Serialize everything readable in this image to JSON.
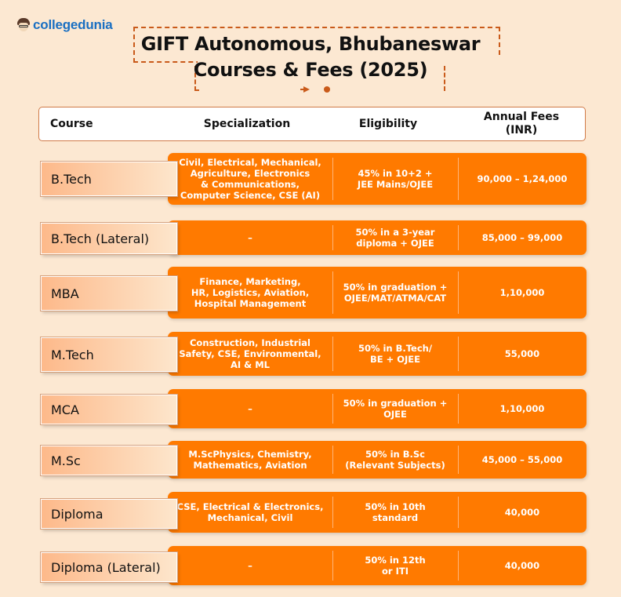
{
  "brand": {
    "name": "collegedunia",
    "color": "#1a6fc2"
  },
  "title": {
    "line1": "GIFT Autonomous, Bhubaneswar",
    "line2": "Courses & Fees (2025)"
  },
  "colors": {
    "background": "#fce8d2",
    "row_orange": "#ff7a00",
    "accent_dashes": "#c95a1a"
  },
  "table": {
    "headers": {
      "course": "Course",
      "specialization": "Specialization",
      "eligibility": "Eligibility",
      "fees": "Annual Fees\n(INR)"
    },
    "rows": [
      {
        "course": "B.Tech",
        "specialization": "Civil, Electrical, Mechanical,\nAgriculture, Electronics\n& Communications,\nComputer Science, CSE (AI)",
        "eligibility": "45% in 10+2 +\nJEE Mains/OJEE",
        "fees": "90,000 – 1,24,000"
      },
      {
        "course": "B.Tech (Lateral)",
        "specialization": "–",
        "eligibility": "50% in a 3-year\ndiploma + OJEE",
        "fees": "85,000 – 99,000"
      },
      {
        "course": "MBA",
        "specialization": "Finance, Marketing,\nHR, Logistics, Aviation,\nHospital Management",
        "eligibility": "50% in graduation +\nOJEE/MAT/ATMA/CAT",
        "fees": "1,10,000"
      },
      {
        "course": "M.Tech",
        "specialization": "Construction, Industrial\nSafety, CSE, Environmental,\nAI & ML",
        "eligibility": "50% in B.Tech/\nBE + OJEE",
        "fees": "55,000"
      },
      {
        "course": "MCA",
        "specialization": "–",
        "eligibility": "50% in graduation +\nOJEE",
        "fees": "1,10,000"
      },
      {
        "course": "M.Sc",
        "specialization": "M.ScPhysics, Chemistry,\nMathematics, Aviation",
        "eligibility": "50% in B.Sc\n(Relevant Subjects)",
        "fees": "45,000 – 55,000"
      },
      {
        "course": "Diploma",
        "specialization": "CSE, Electrical & Electronics,\nMechanical, Civil",
        "eligibility": "50% in 10th\nstandard",
        "fees": "40,000"
      },
      {
        "course": "Diploma (Lateral)",
        "specialization": "–",
        "eligibility": "50% in 12th\nor ITI",
        "fees": "40,000"
      }
    ]
  }
}
